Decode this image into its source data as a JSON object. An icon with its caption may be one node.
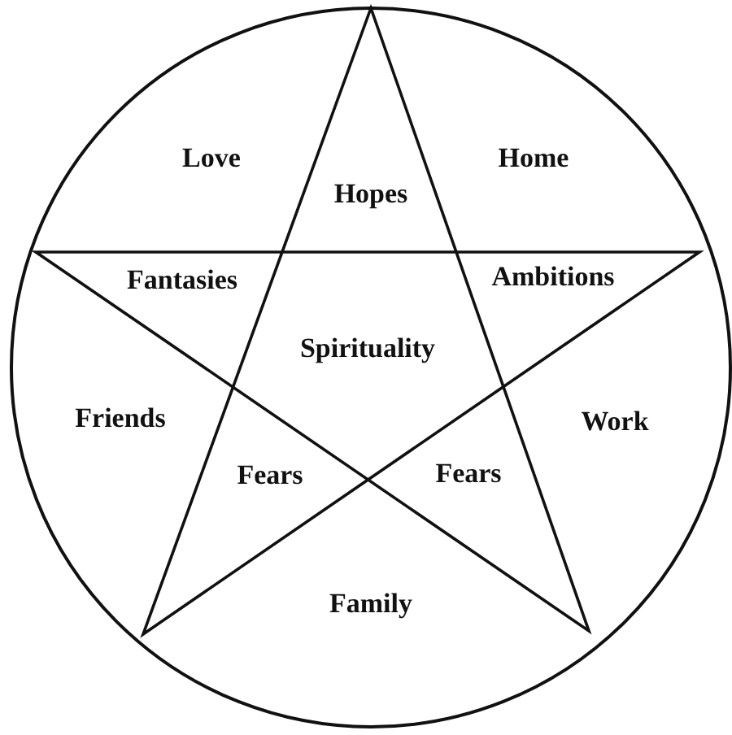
{
  "diagram": {
    "labels": [
      "Love",
      "Hopes",
      "Home",
      "Fantasies",
      "Ambitions",
      "Spirituality",
      "Friends",
      "Work",
      "Fears",
      "Fears",
      "Family"
    ]
  }
}
